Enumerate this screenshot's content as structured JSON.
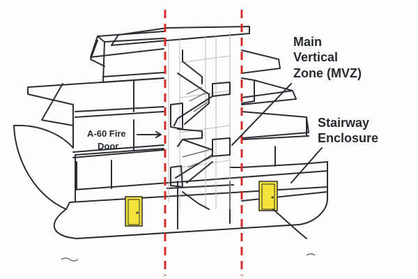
{
  "labels": {
    "mvz": [
      "Main",
      "Vertical",
      "Zone (MVZ)"
    ],
    "stairway": [
      "Stairway",
      "Enclosure"
    ],
    "fire_door": [
      "A-60 Fire",
      "Door"
    ]
  },
  "colors": {
    "zone_boundary": "#d42a2a",
    "door": "#f2e23a",
    "line": "#2a2d33"
  }
}
